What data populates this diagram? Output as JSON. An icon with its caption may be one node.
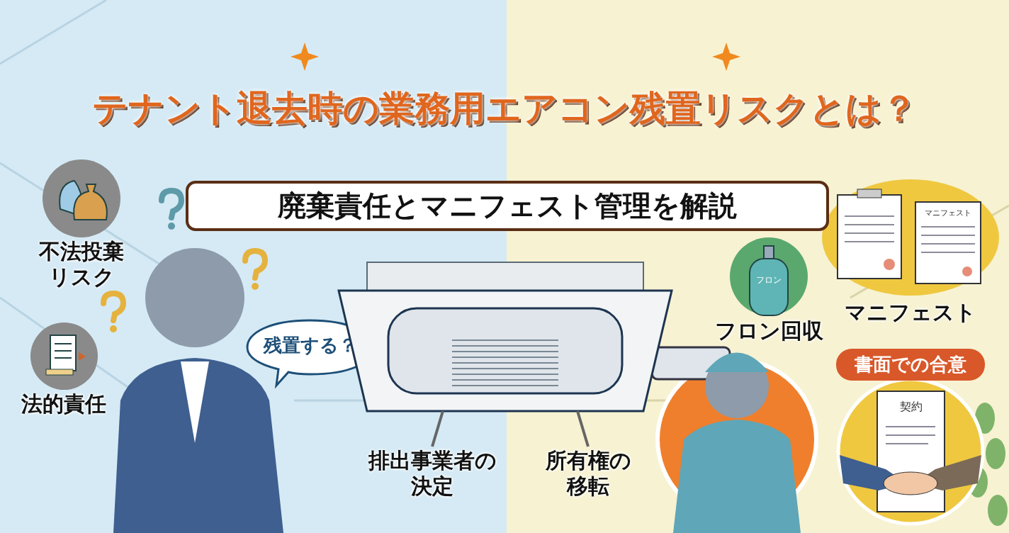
{
  "diagram": {
    "title": "テナント退去時の業務用エアコン残置リスクとは？",
    "caption": "廃棄責任とマニフェスト管理を解説",
    "nodes": [
      {
        "text": [
          "不法投棄リスク"
        ]
      },
      {
        "text": [
          "法的責任"
        ]
      },
      {
        "text": [
          "残置する？"
        ]
      },
      {
        "text": [],
        "shape": "picture"
      },
      {
        "text": [
          "排出事業者の決定"
        ]
      },
      {
        "text": [
          "所有権の移転"
        ]
      },
      {
        "text": [
          "フロン",
          "フロン回収"
        ]
      },
      {
        "text": [
          "マニフェスト",
          "マニフェスト"
        ]
      },
      {
        "text": [
          "書面での合意",
          "契約"
        ]
      }
    ],
    "edges": [
      {
        "from": 4,
        "to": 3,
        "arrow": "none"
      },
      {
        "from": 5,
        "to": 3,
        "arrow": "none"
      }
    ]
  }
}
